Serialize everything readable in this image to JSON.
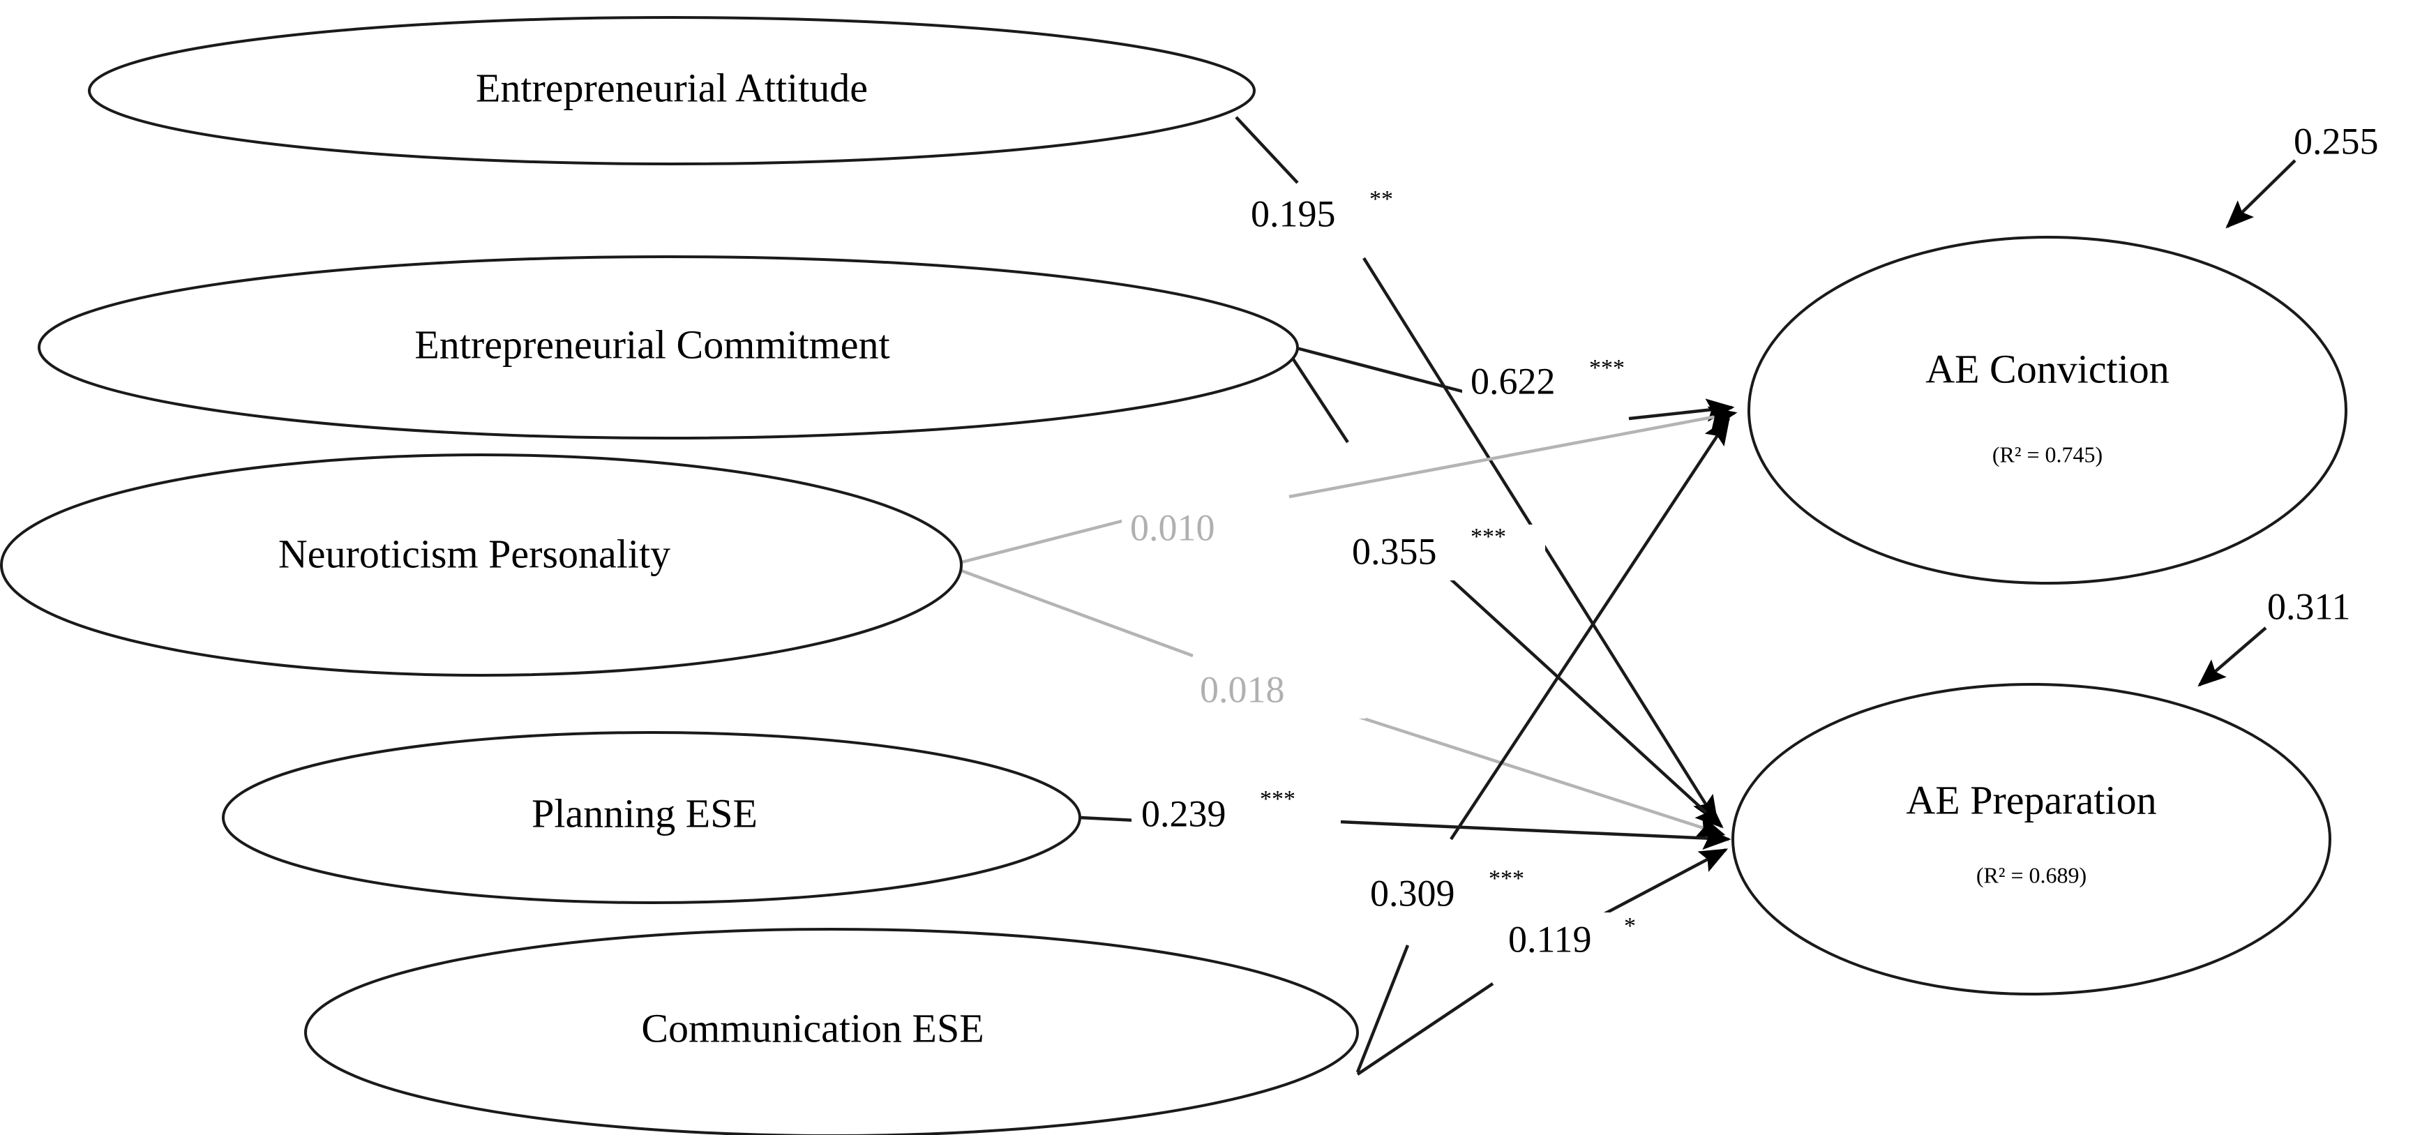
{
  "diagram": {
    "title": "Structural Equation Model Path Diagram",
    "type": "path-diagram",
    "background_color": "#ffffff",
    "line_color": "#1a1a1a",
    "nonsignificant_color": "#b4b4b4"
  },
  "nodes": {
    "entrepreneurial_attitude": {
      "label": "Entrepreneurial Attitude"
    },
    "entrepreneurial_commitment": {
      "label": "Entrepreneurial Commitment"
    },
    "neuroticism_personality": {
      "label": "Neuroticism Personality"
    },
    "planning_ese": {
      "label": "Planning ESE"
    },
    "communication_ese": {
      "label": "Communication ESE"
    },
    "ae_conviction": {
      "label": "AE Conviction",
      "r2": "(R² = 0.745)"
    },
    "ae_preparation": {
      "label": "AE Preparation",
      "r2": "(R² = 0.689)"
    }
  },
  "paths": [
    {
      "id": "attitude-to-preparation",
      "from": "Entrepreneurial Attitude",
      "to": "AE Preparation",
      "coefficient": "0.195",
      "stars": "**",
      "significant": true
    },
    {
      "id": "commitment-to-conviction",
      "from": "Entrepreneurial Commitment",
      "to": "AE Conviction",
      "coefficient": "0.622",
      "stars": "***",
      "significant": true
    },
    {
      "id": "commitment-to-preparation",
      "from": "Entrepreneurial Commitment",
      "to": "AE Preparation",
      "coefficient": "0.355",
      "stars": "***",
      "significant": true
    },
    {
      "id": "neuroticism-to-conviction",
      "from": "Neuroticism Personality",
      "to": "AE Conviction",
      "coefficient": "0.010",
      "stars": "",
      "significant": false
    },
    {
      "id": "neuroticism-to-preparation",
      "from": "Neuroticism Personality",
      "to": "AE Preparation",
      "coefficient": "0.018",
      "stars": "",
      "significant": false
    },
    {
      "id": "planning-to-preparation",
      "from": "Planning ESE",
      "to": "AE Preparation",
      "coefficient": "0.239",
      "stars": "***",
      "significant": true
    },
    {
      "id": "communication-to-conviction",
      "from": "Communication ESE",
      "to": "AE Conviction",
      "coefficient": "0.309",
      "stars": "***",
      "significant": true
    },
    {
      "id": "communication-to-preparation",
      "from": "Communication ESE",
      "to": "AE Preparation",
      "coefficient": "0.119",
      "stars": "*",
      "significant": true
    }
  ],
  "disturbances": [
    {
      "id": "conviction-disturbance",
      "target": "AE Conviction",
      "value": "0.255"
    },
    {
      "id": "preparation-disturbance",
      "target": "AE Preparation",
      "value": "0.311"
    }
  ],
  "chart_data": {
    "type": "diagram",
    "title": "Structural Equation Model of Entrepreneurial Antecedents on AE Conviction and AE Preparation",
    "exogenous_constructs": [
      "Entrepreneurial Attitude",
      "Entrepreneurial Commitment",
      "Neuroticism Personality",
      "Planning ESE",
      "Communication ESE"
    ],
    "endogenous_constructs": [
      {
        "name": "AE Conviction",
        "r_squared": 0.745,
        "disturbance": 0.255
      },
      {
        "name": "AE Preparation",
        "r_squared": 0.689,
        "disturbance": 0.311
      }
    ],
    "edges": [
      {
        "source": "Entrepreneurial Attitude",
        "target": "AE Preparation",
        "estimate": 0.195,
        "significance": "**"
      },
      {
        "source": "Entrepreneurial Commitment",
        "target": "AE Conviction",
        "estimate": 0.622,
        "significance": "***"
      },
      {
        "source": "Entrepreneurial Commitment",
        "target": "AE Preparation",
        "estimate": 0.355,
        "significance": "***"
      },
      {
        "source": "Neuroticism Personality",
        "target": "AE Conviction",
        "estimate": 0.01,
        "significance": "ns"
      },
      {
        "source": "Neuroticism Personality",
        "target": "AE Preparation",
        "estimate": 0.018,
        "significance": "ns"
      },
      {
        "source": "Planning ESE",
        "target": "AE Preparation",
        "estimate": 0.239,
        "significance": "***"
      },
      {
        "source": "Communication ESE",
        "target": "AE Conviction",
        "estimate": 0.309,
        "significance": "***"
      },
      {
        "source": "Communication ESE",
        "target": "AE Preparation",
        "estimate": 0.119,
        "significance": "*"
      }
    ]
  }
}
